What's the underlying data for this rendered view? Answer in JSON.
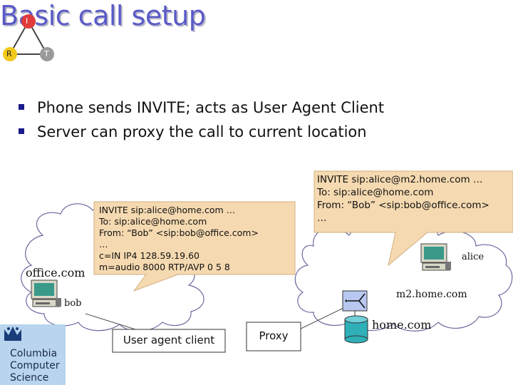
{
  "slide": {
    "title": "Basic call setup",
    "bullets": [
      "Phone sends INVITE; acts as User Agent Client",
      "Server can proxy the call to current location"
    ]
  },
  "logo_irt": {
    "top": "I",
    "left": "R",
    "right": "T"
  },
  "clouds": {
    "office_label": "office.com",
    "home_label": "home.com",
    "m2_label": "m2.home.com"
  },
  "hosts": {
    "bob": "bob",
    "alice": "alice"
  },
  "boxes": {
    "uac": "User agent client",
    "proxy": "Proxy"
  },
  "callout_left": [
    "INVITE sip:alice@home.com …",
    "To: sip:alice@home.com",
    "From: “Bob” <sip:bob@office.com>",
    "…",
    "c=IN IP4 128.59.19.60",
    "m=audio 8000 RTP/AVP 0 5 8"
  ],
  "callout_right": [
    "INVITE sip:alice@m2.home.com …",
    "To: sip:alice@home.com",
    "From: “Bob” <sip:bob@office.com>",
    "…"
  ],
  "columbia_logo": [
    "Columbia",
    "Computer",
    "Science"
  ],
  "colors": {
    "title": "#5a5ac8",
    "callout": "#f5d9b0",
    "callout_border": "#d0b080",
    "columbia_bg": "#b8d4ee",
    "bullet": "#1a1a8a"
  }
}
